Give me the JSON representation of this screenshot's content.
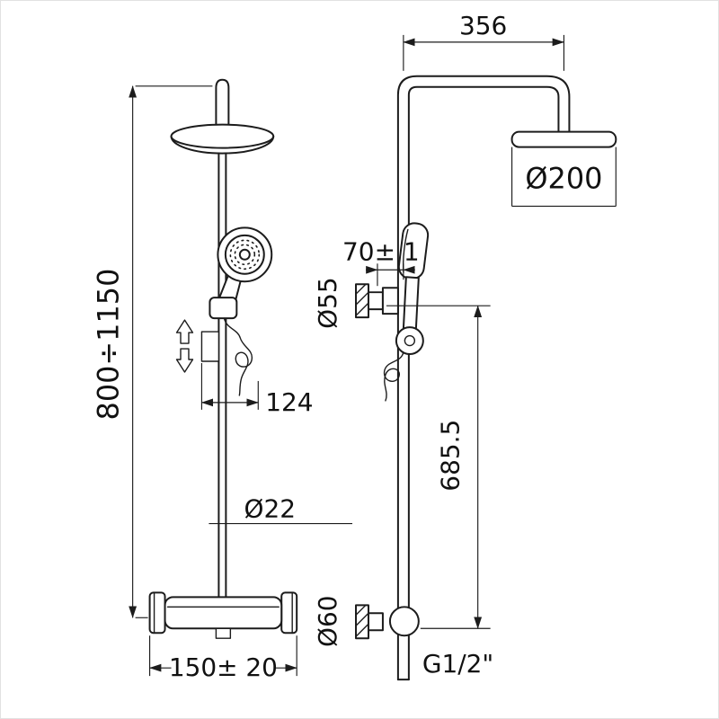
{
  "drawing": {
    "front_view": {
      "height_range": "800÷1150",
      "slider_offset": "124",
      "pipe_diameter": "Ø22",
      "mixer_spacing": "150± 20"
    },
    "side_view": {
      "arm_reach": "356",
      "head_diameter": "Ø200",
      "bracket_depth": "70± 1",
      "bracket_diameter": "Ø55",
      "riser_height": "685.5",
      "elbow_diameter": "Ø60",
      "connection_thread": "G1/2\""
    }
  }
}
